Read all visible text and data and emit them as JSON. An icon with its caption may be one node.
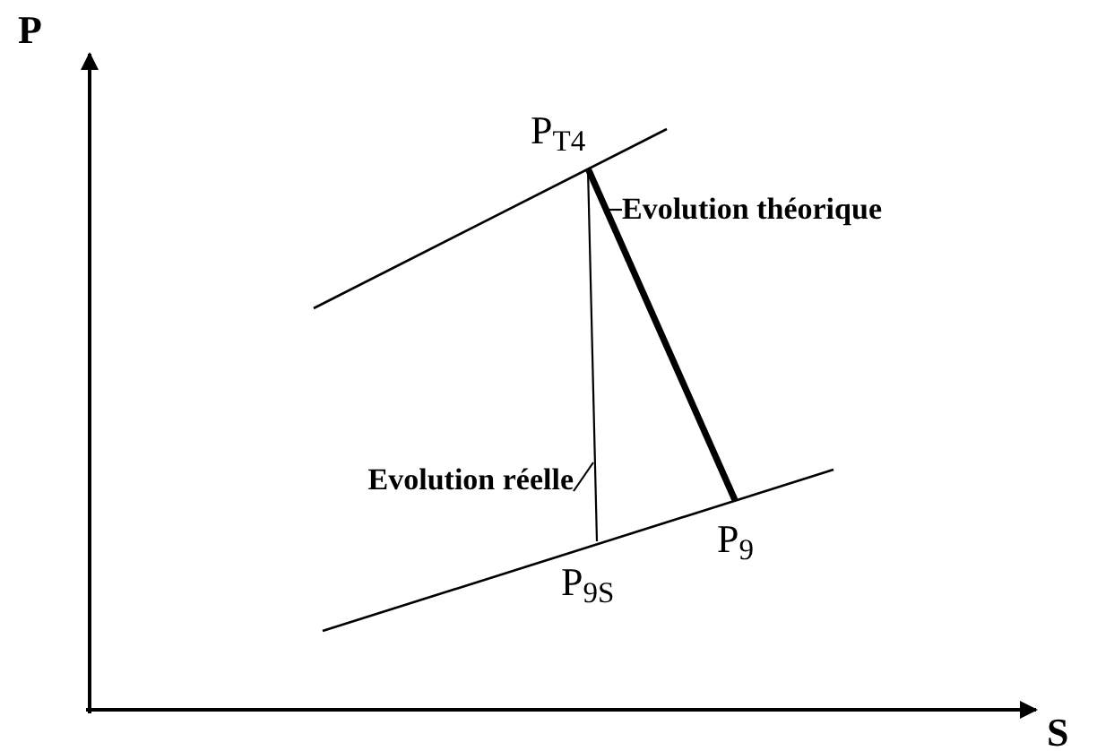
{
  "diagram": {
    "nodes": [
      {
        "text": [
          "P$_{T4}$"
        ]
      },
      {
        "text": [
          "P$_{9S}$"
        ]
      },
      {
        "text": [
          "P$_{9}$"
        ]
      },
      {
        "text": [
          "Evolution théorique"
        ]
      },
      {
        "text": [
          "Evolution réelle"
        ]
      }
    ],
    "edges": [
      {
        "from": 0,
        "to": 1,
        "arrow": "none"
      },
      {
        "from": 0,
        "to": 2,
        "arrow": "none",
        "style": "thick"
      },
      {
        "from": 3,
        "to": null,
        "arrow": "none"
      },
      {
        "from": 4,
        "to": null,
        "arrow": "none"
      }
    ],
    "labels": [
      "P",
      "S"
    ]
  }
}
